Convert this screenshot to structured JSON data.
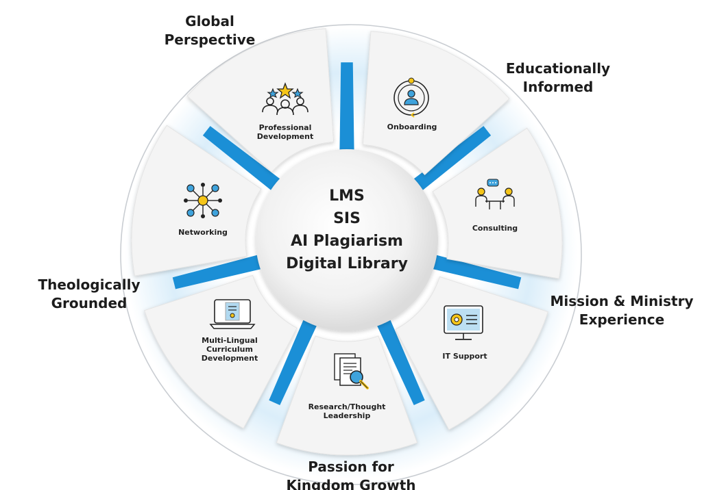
{
  "center": {
    "lines": [
      "LMS",
      "SIS",
      "AI Plagiarism",
      "Digital Library"
    ]
  },
  "outer_labels": {
    "global": [
      "Global",
      "Perspective"
    ],
    "educ": [
      "Educationally",
      "Informed"
    ],
    "mission": [
      "Mission & Ministry",
      "Experience"
    ],
    "passion": [
      "Passion for",
      "Kingdom Growth"
    ],
    "theo": [
      "Theologically",
      "Grounded"
    ]
  },
  "segments": {
    "onboarding": {
      "lines": [
        "Onboarding"
      ],
      "icon": "onboarding-icon"
    },
    "consulting": {
      "lines": [
        "Consulting"
      ],
      "icon": "consulting-icon"
    },
    "it_support": {
      "lines": [
        "IT Support"
      ],
      "icon": "it-support-icon"
    },
    "research": {
      "lines": [
        "Research/Thought",
        "Leadership"
      ],
      "icon": "research-icon"
    },
    "multilingual": {
      "lines": [
        "Multi-Lingual",
        "Curriculum",
        "Development"
      ],
      "icon": "curriculum-icon"
    },
    "networking": {
      "lines": [
        "Networking"
      ],
      "icon": "networking-icon"
    },
    "professional": {
      "lines": [
        "Professional",
        "Development"
      ],
      "icon": "professional-development-icon"
    }
  },
  "colors": {
    "accent_blue": "#1b8fd6",
    "icon_yellow": "#f5c518",
    "icon_blue": "#3fa3dc",
    "segment_fill": "#f4f4f4",
    "glow": "#d9ecf8",
    "outer_ring": "#c9cdd2",
    "text": "#1f1f1f"
  }
}
